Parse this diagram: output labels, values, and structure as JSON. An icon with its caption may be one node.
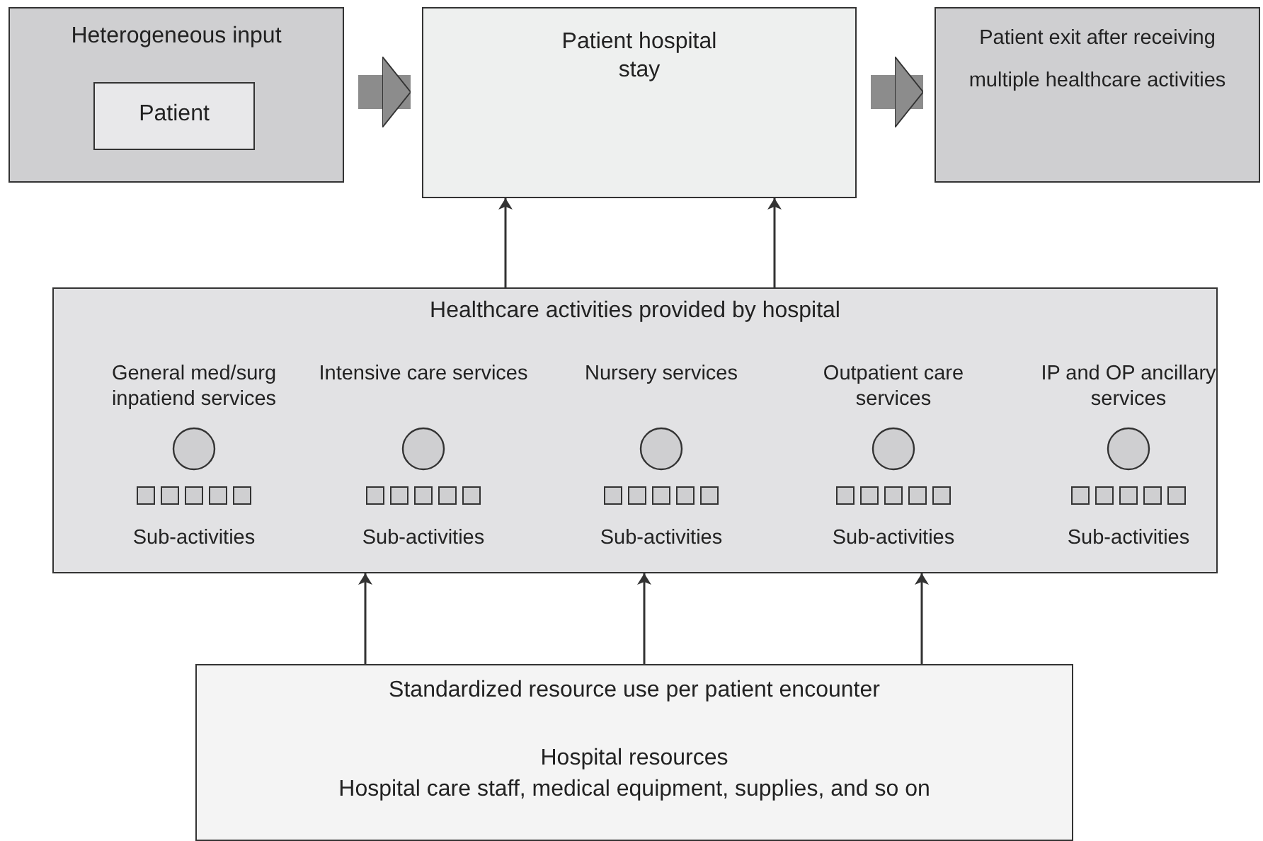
{
  "diagram": {
    "nodes": [
      {
        "text": [
          "Heterogeneous input"
        ]
      },
      {
        "text": [
          "Patient"
        ],
        "in": 0
      },
      {
        "text": [
          "Patient hospital stay"
        ]
      },
      {
        "text": [
          "Patient exit after receiving multiple healthcare activities"
        ]
      },
      {
        "text": [
          "Healthcare activities provided by hospital"
        ]
      },
      {
        "text": [
          "Standardized resource use per patient encounter",
          "Hospital resources",
          "Hospital care staff, medical equipment, supplies, and so on"
        ]
      }
    ],
    "edges": [
      {
        "from": 0,
        "to": 2,
        "arrow": "to",
        "style": "thick",
        "color": "#8c8c8c"
      },
      {
        "from": 2,
        "to": 3,
        "arrow": "to",
        "style": "thick",
        "color": "#8c8c8c"
      },
      {
        "from": 4,
        "to": 2,
        "arrow": "to"
      },
      {
        "from": 4,
        "to": 2,
        "arrow": "to"
      },
      {
        "from": 5,
        "to": 4,
        "arrow": "to"
      },
      {
        "from": 5,
        "to": 4,
        "arrow": "to"
      },
      {
        "from": 5,
        "to": 4,
        "arrow": "to"
      }
    ],
    "labels": [
      "General med/surg inpatiend services",
      "Intensive care services",
      "Nursery services",
      "Outpatient care services",
      "IP and OP ancillary services",
      "Sub-activities",
      "Sub-activities",
      "Sub-activities",
      "Sub-activities",
      "Sub-activities"
    ]
  }
}
